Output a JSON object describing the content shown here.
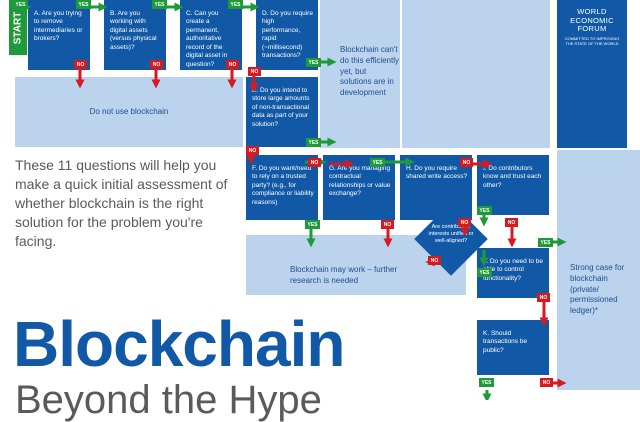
{
  "start_label": "START",
  "yes_label": "YES",
  "no_label": "NO",
  "questions": {
    "a": "A. Are you trying to remove intermediaries or brokers?",
    "b": "B. Are you working with digital assets (versus physical assets)?",
    "c": "C. Can you create a permanent, authoritative record of the digital asset in question?",
    "d": "D. Do you require high performance, rapid (~millisecond) transactions?",
    "e": "E. Do you intend to store large amounts of non-transactional data as part of your solution?",
    "f": "F. Do you want/need to rely on a trusted party? (e.g., for compliance or liability reasons)",
    "g": "G. Are you managing contractual relationships or value exchange?",
    "h": "H. Do you require shared write access?",
    "i": "I. Do contributors know and trust each other?",
    "i2": "Are contributors interests unified or well-aligned?",
    "j": "J. Do you need to be able to control functionality?",
    "k": "K. Should transactions be public?"
  },
  "outcomes": {
    "do_not_use": "Do not use blockchain",
    "cant_do": "Blockchain can't do this efficiently yet, but solutions are in development",
    "may_work": "Blockchain may work – further research is needed",
    "strong_case": "Strong case for blockchain (private/ permissioned ledger)*"
  },
  "intro_text": "These 11 questions will help you make a quick initial assessment of whether blockchain is the right solution for the problem you're facing.",
  "title_line1": "Blockchain",
  "title_line2": "Beyond the Hype",
  "logo": {
    "name_lines": [
      "WORLD",
      "ECONOMIC",
      "FORUM"
    ],
    "motto": "COMMITTED TO IMPROVING THE STATE OF THE WORLD"
  },
  "colors": {
    "question_blue": "#1159a6",
    "outcome_light_blue": "#bcd3ee",
    "yes_green": "#1f9a3b",
    "no_red": "#d61a1f",
    "intro_gray": "#5a5a5a"
  }
}
